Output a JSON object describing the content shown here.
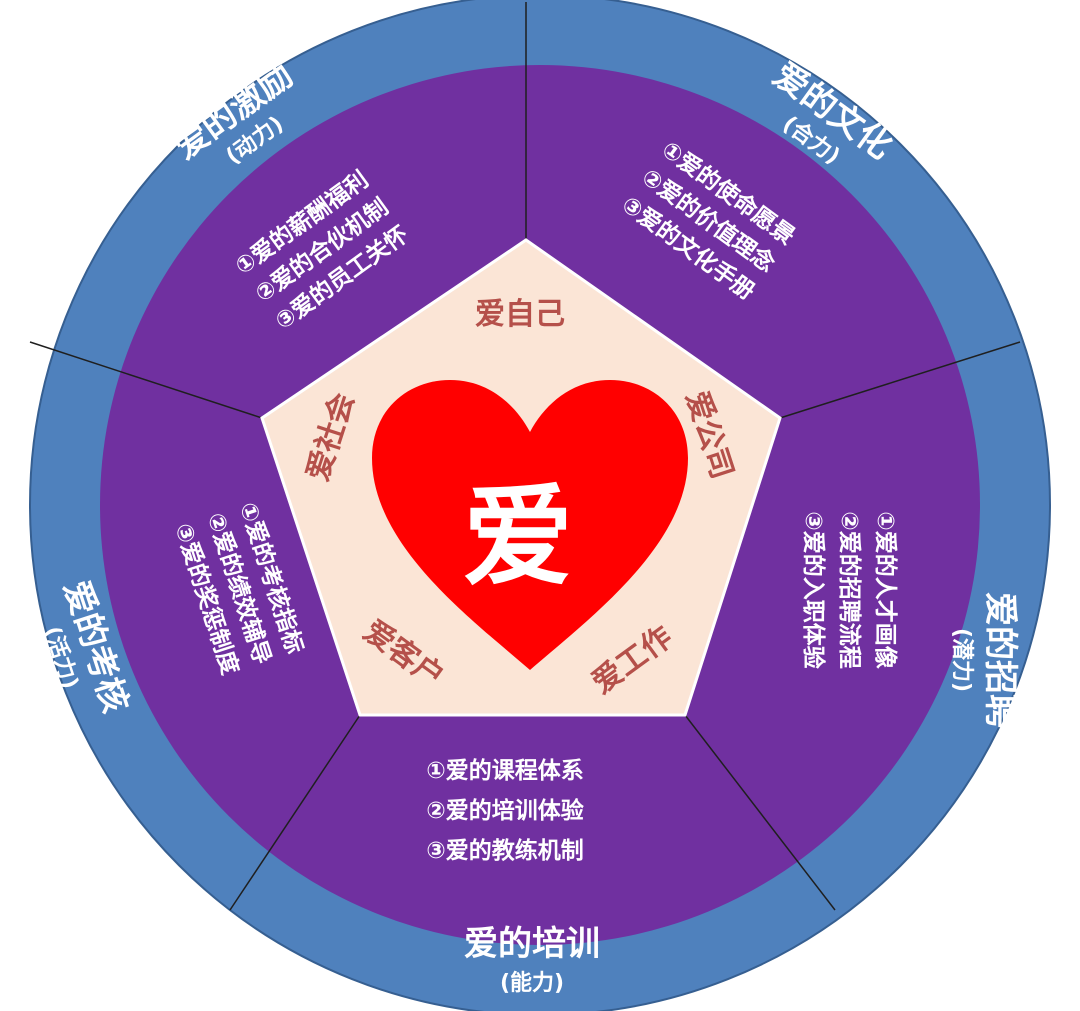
{
  "diagram": {
    "center": "爱",
    "pentagon_labels": [
      "爱自己",
      "爱公司",
      "爱工作",
      "爱客户",
      "爱社会"
    ],
    "segments": [
      {
        "title": "爱的文化",
        "subtitle": "(合力)",
        "items": [
          "①爱的使命愿景",
          "②爱的价值理念",
          "③爱的文化手册"
        ]
      },
      {
        "title": "爱的招聘",
        "subtitle": "(潜力)",
        "items": [
          "①爱的人才画像",
          "②爱的招聘流程",
          "③爱的入职体验"
        ]
      },
      {
        "title": "爱的培训",
        "subtitle": "(能力)",
        "items": [
          "①爱的课程体系",
          "②爱的培训体验",
          "③爱的教练机制"
        ]
      },
      {
        "title": "爱的考核",
        "subtitle": "(活力)",
        "items": [
          "①爱的考核指标",
          "②爱的绩效辅导",
          "③爱的奖惩制度"
        ]
      },
      {
        "title": "爱的激励",
        "subtitle": "(动力)",
        "items": [
          "①爱的薪酬福利",
          "②爱的合伙机制",
          "③爱的员工关怀"
        ]
      }
    ],
    "colors": {
      "outer_ring": "#4f81bd",
      "inner_ring": "#7030a0",
      "pentagon": "#fbe5d6",
      "heart": "#ff0000",
      "label": "#b5504a",
      "divider": "#1f1f1f"
    }
  }
}
